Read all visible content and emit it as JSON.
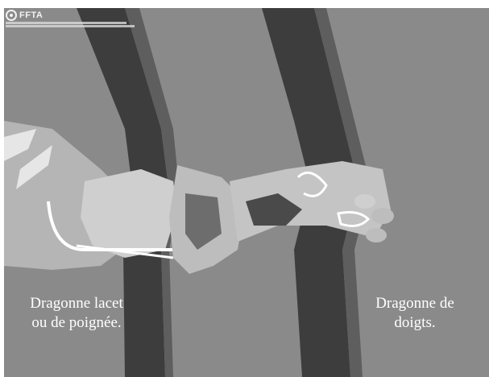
{
  "captions": {
    "left": "Dragonne lacet\nou de poignée.",
    "right": "Dragonne de\ndoigts."
  },
  "logo": {
    "name": "FFTA",
    "icon": "ffta-logo-icon"
  },
  "colors": {
    "background": "#8a8a8a",
    "dark_limb": "#3a3a3a",
    "mid_limb": "#6a6a6a",
    "skin": "#c9c9c9",
    "sling": "#ffffff"
  }
}
